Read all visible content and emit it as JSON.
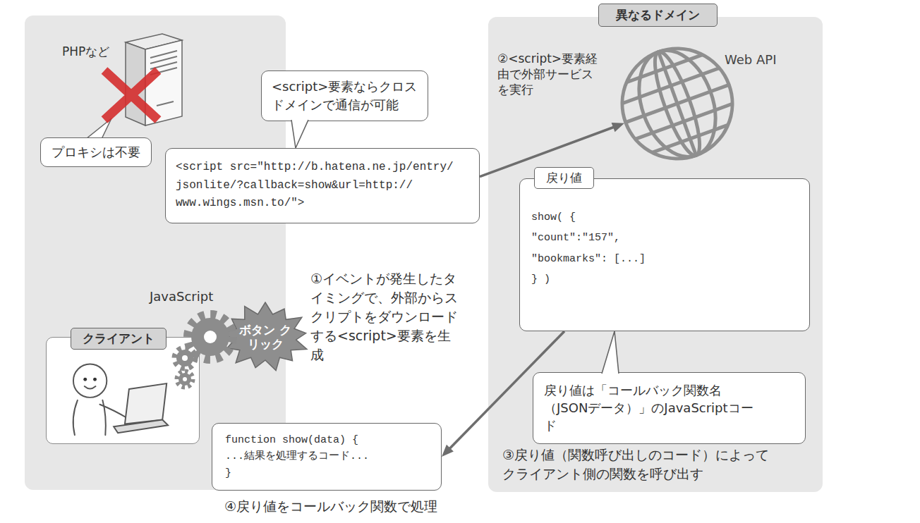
{
  "diagram": {
    "nodes": [
      {
        "text": [
          "異なるドメイン"
        ]
      },
      {
        "text": [
          "<script>要素ならクロスドメインで通信が可能"
        ]
      },
      {
        "text": [
          "プロキシは不要"
        ]
      },
      {
        "text": [
          "<script src=\"http://b.hatena.ne.jp/entry/ jsonlite/?callback=show&url=http:// www.wings.msn.to/\">"
        ]
      },
      {
        "text": [
          "Web API"
        ],
        "in": 0
      },
      {
        "text": [
          "戻り値",
          "show( { \"count\":\"157\", \"bookmarks\": [...] } )"
        ],
        "in": 0
      },
      {
        "text": [
          "戻り値は「コールバック関数名（JSONデータ）」のJavaScriptコード"
        ],
        "in": 0
      },
      {
        "text": [
          "クライアント"
        ]
      },
      {
        "text": [
          "ボタン クリック"
        ]
      },
      {
        "text": [
          "function show(data) { ...結果を処理するコード... }"
        ]
      }
    ],
    "edges": [
      {
        "from": 3,
        "to": 4,
        "arrow": "to"
      },
      {
        "from": 1,
        "to": 3,
        "arrow": "none"
      },
      {
        "from": 6,
        "to": 5,
        "arrow": "none"
      },
      {
        "from": 5,
        "to": 9,
        "arrow": "to"
      }
    ],
    "labels": [
      "PHPなど",
      "②<script>要素経由で外部サービスを実行",
      "①イベントが発生したタイミングで、外部からスクリプトをダウンロードする<script>要素を生成",
      "JavaScript",
      "③戻り値（関数呼び出しのコード）によってクライアント側の関数を呼び出す",
      "④戻り値をコールバック関数で処理"
    ]
  }
}
